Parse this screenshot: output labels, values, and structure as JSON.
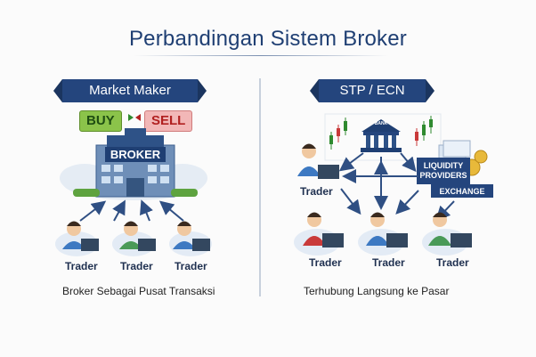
{
  "title": "Perbandingan Sistem Broker",
  "market_maker": {
    "heading": "Market Maker",
    "buy_label": "BUY",
    "sell_label": "SELL",
    "broker_label": "BROKER",
    "traders": [
      "Trader",
      "Trader",
      "Trader"
    ],
    "caption": "Broker Sebagai Pusat Transaksi"
  },
  "stp_ecn": {
    "heading": "STP / ECN",
    "bank_label": "BANK",
    "liquidity_label_1": "LIQUIDITY",
    "liquidity_label_2": "PROVIDERS",
    "exchange_label": "EXCHANGE",
    "top_trader": "Trader",
    "traders": [
      "Trader",
      "Trader",
      "Trader"
    ],
    "caption": "Terhubung Langsung ke Pasar"
  },
  "colors": {
    "navy": "#24457d",
    "arrow": "#2f4f83",
    "buy": "#8bc34a",
    "sell": "#f2b7b7",
    "shirt_blue": "#3d79c2",
    "shirt_green": "#4a9a58",
    "shirt_red": "#c93a3a"
  }
}
